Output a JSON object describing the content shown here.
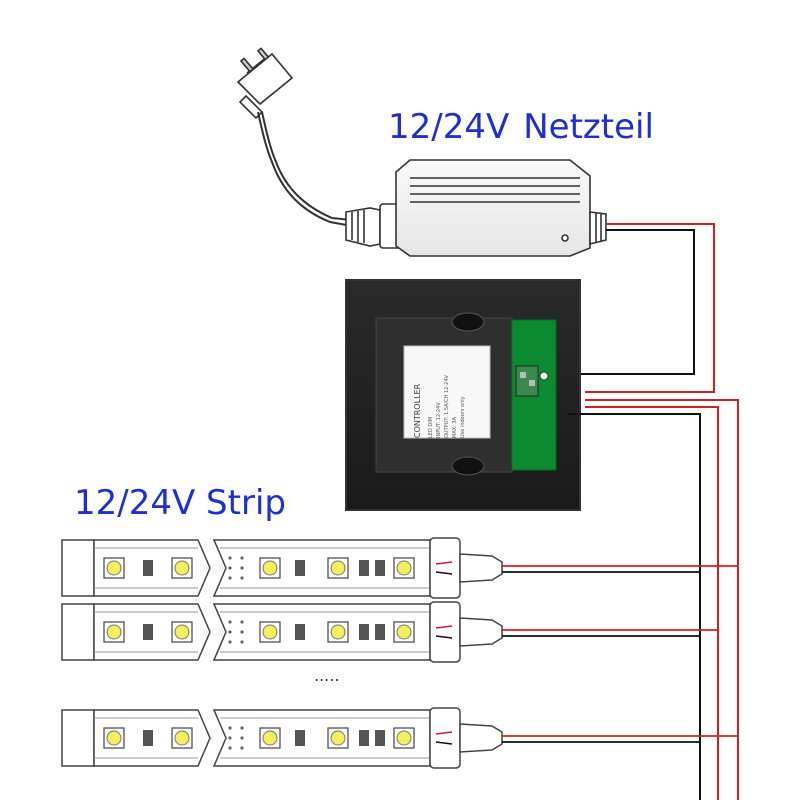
{
  "labels": {
    "power_supply_voltage": "12/24V",
    "power_supply_word": "Netzteil",
    "strip": "12/24V Strip",
    "ellipsis": "....."
  },
  "controller_sticker": {
    "title": "CONTROLLER",
    "lines": [
      "LED DIM",
      "INPUT: 12-24V",
      "OUTPUT: 1.5A/CH 12-24V",
      "MAX: 3A",
      "Use indoors only"
    ]
  },
  "colors": {
    "label_blue": "#1f2fd6",
    "wire_red": "#d42020",
    "wire_black": "#111111",
    "pcb_green": "#0c8a2f",
    "controller_body": "#222222",
    "led_yellow": "#f4ef5a"
  },
  "icons": {
    "plug": "plug-icon",
    "power_supply": "power-supply-icon",
    "controller": "controller-icon",
    "led_strip": "led-strip-icon"
  },
  "strips": [
    {
      "name": "strip-1"
    },
    {
      "name": "strip-2"
    },
    {
      "name": "strip-3"
    }
  ]
}
